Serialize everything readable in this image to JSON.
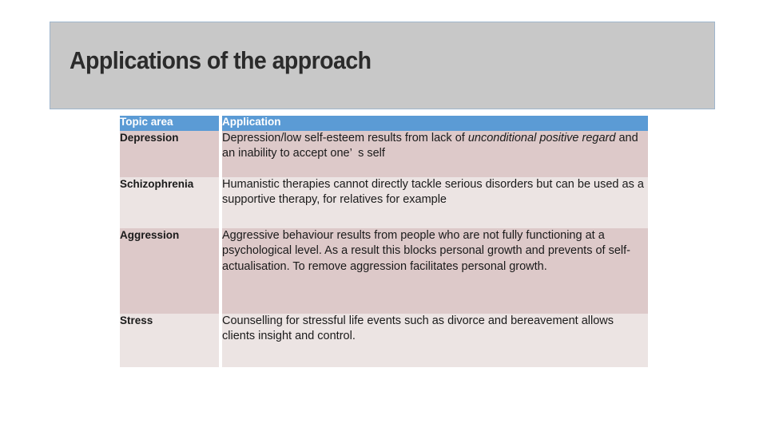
{
  "slide": {
    "title": "Applications of the approach",
    "title_box_fill": "#c8c8c8",
    "title_box_border": "#9fb6cd",
    "background": "#ffffff"
  },
  "table": {
    "header_fill": "#5b9bd5",
    "header_text_color": "#ffffff",
    "row_shade_dark": "#ddc9c9",
    "row_shade_light": "#ece4e3",
    "headers": {
      "topic": "Topic area",
      "application": "Application"
    },
    "rows": [
      {
        "topic": "Depression",
        "application_part1": "Depression/low self-esteem results from lack of ",
        "application_italic1": "unconditional positive regard",
        "application_part2": " and an inability to accept one’",
        "application_part3": "s self",
        "shade": "dark"
      },
      {
        "topic": "Schizophrenia",
        "application_part1": "Humanistic therapies cannot directly tackle serious disorders but can be used as a supportive therapy, for relatives for example",
        "application_italic1": "",
        "application_part2": "",
        "application_part3": "",
        "shade": "light"
      },
      {
        "topic": "Aggression",
        "application_part1": "Aggressive behaviour results from people who are not fully functioning at a psychological level.  As a result this blocks personal growth and prevents of self-actualisation.  To remove aggression facilitates personal growth.",
        "application_italic1": "",
        "application_part2": "",
        "application_part3": "",
        "shade": "dark"
      },
      {
        "topic": "Stress",
        "application_part1": "Counselling for stressful life events such as divorce and bereavement allows clients insight and control.",
        "application_italic1": "",
        "application_part2": "",
        "application_part3": "",
        "shade": "light"
      }
    ]
  }
}
